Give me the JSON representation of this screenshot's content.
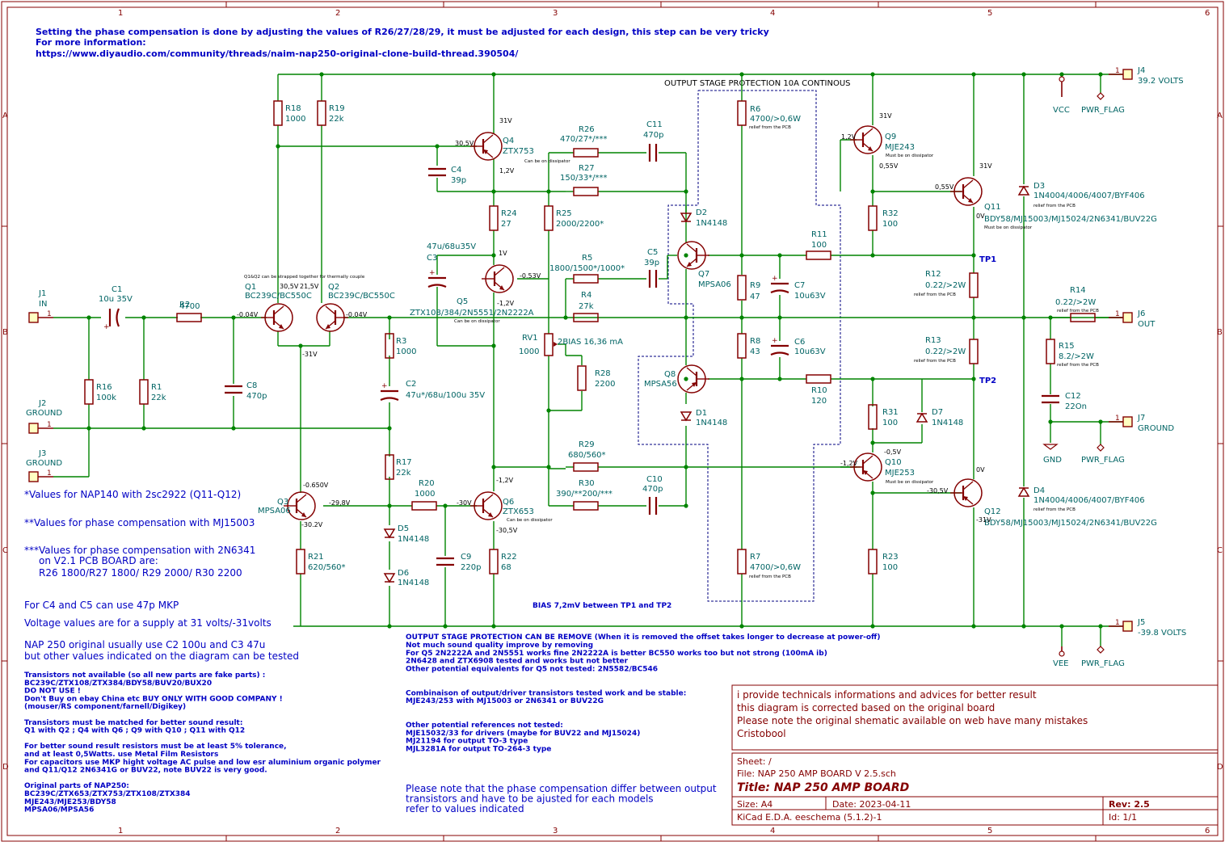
{
  "notes": {
    "top_line1": "Setting the phase compensation is done by adjusting the values of R26/27/28/29, it must be adjusted for each design, this step can be very tricky",
    "top_line2": "For more information:",
    "top_line3": "https://www.diyaudio.com/community/threads/naim-nap250-original-clone-build-thread.390504/",
    "protection_title": "OUTPUT STAGE PROTECTION 10A CONTINOUS",
    "nap140": "*Values for NAP140 with 2sc2922 (Q11-Q12)",
    "mj15003": "**Values for phase compensation with MJ15003",
    "n2n6341_1": "***Values for phase compensation with 2N6341",
    "n2n6341_2": "on V2.1 PCB BOARD are:",
    "n2n6341_3": "R26 1800/R27 1800/ R29 2000/ R30 2200",
    "c4c5": "For C4 and C5 can use 47p MKP",
    "voltage": "Voltage values are for a supply at 31 volts/-31volts",
    "nap250_1": "NAP 250 original usually use C2 100u and C3 47u",
    "nap250_2": "but other values indicated on the diagram can be tested",
    "left_block": [
      "Transistors not available (so all new parts are fake parts) :",
      "BC239C/ZTX108/ZTX384/BDY58/BUV20/BUX20",
      "DO NOT USE !",
      "Don't Buy on ebay China etc BUY ONLY WITH GOOD COMPANY !",
      "(mouser/RS component/farnell/Digikey)",
      "",
      "Transistors must be matched for better sound result:",
      "Q1 with Q2 ; Q4 with Q6 ; Q9 with Q10 ; Q11 with Q12",
      "",
      "For better sound result resistors must be at least 5% tolerance,",
      "and at least 0,5Watts. use Metal Film Resistors",
      "For capacitors use MKP hight voltage AC pulse and low esr aluminium organic polymer",
      "and Q11/Q12 2N6341G or BUV22, note BUV22 is very good.",
      "",
      "Original parts of NAP250:",
      "BC239C/ZTX653/ZTX753/ZTX108/ZTX384",
      "MJE243/MJE253/BDY58",
      "MPSA06/MPSA56"
    ],
    "center_block": [
      "OUTPUT STAGE PROTECTION CAN BE REMOVE (When it is removed the offset takes longer to decrease at power-off)",
      "Not much sound quality improve by removing",
      "For Q5 2N2222A and 2N5551 works fine 2N2222A is better BC550 works too but not strong (100mA ib)",
      "2N6428 and ZTX6908 tested and works but not better",
      "Other potential equivalents for Q5 not tested: 2N5582/BC546",
      "",
      "",
      "Combinaison of output/driver transistors tested work and be stable:",
      "MJE243/253 with MJ15003 or 2N6341 or BUV22G",
      "",
      "",
      "Other potential references not tested:",
      "MJE15032/33 for drivers (maybe for BUV22 and MJ15024)",
      "MJ21194 for output TO-3 type",
      "MJL3281A for output TO-264-3 type"
    ],
    "phase_note": [
      "Please note that the phase compensation differ between output",
      "transistors and have to be ajusted for each models",
      "refer to values indicated"
    ],
    "bias_note": "BIAS 7,2mV between TP1 and TP2",
    "q1q2_thermal": "Q1&Q2 can be strapped together for thermally couple",
    "relief": "relief from the PCB",
    "dissipator": "Can be on dissipator",
    "must_dissipator": "Must be on dissipator"
  },
  "info_box": [
    "i provide technicals informations and advices for better result",
    "this diagram is corrected based on the original board",
    "Please note the original shematic available on web have many mistakes",
    "Cristobool"
  ],
  "title_block": {
    "sheet": "Sheet: /",
    "file": "File: NAP 250 AMP BOARD V 2.5.sch",
    "title": "Title: NAP 250 AMP BOARD",
    "size": "Size: A4",
    "date": "Date: 2023-04-11",
    "rev": "Rev: 2.5",
    "kicad": "KiCad E.D.A.  eeschema (5.1.2)-1",
    "id": "Id: 1/1"
  },
  "frame": {
    "cols": [
      "1",
      "2",
      "3",
      "4",
      "5",
      "6"
    ],
    "rows": [
      "A",
      "B",
      "C",
      "D"
    ]
  },
  "connectors": {
    "J1": {
      "ref": "J1",
      "name": "IN"
    },
    "J2": {
      "ref": "J2",
      "name": "GROUND"
    },
    "J3": {
      "ref": "J3",
      "name": "GROUND"
    },
    "J4": {
      "ref": "J4",
      "name": "39.2 VOLTS"
    },
    "J5": {
      "ref": "J5",
      "name": "-39.8 VOLTS"
    },
    "J6": {
      "ref": "J6",
      "name": "OUT"
    },
    "J7": {
      "ref": "J7",
      "name": "GROUND"
    }
  },
  "power": {
    "vcc": "VCC",
    "vee": "VEE",
    "gnd": "GND",
    "pwr_flag": "PWR_FLAG",
    "tp1": "TP1",
    "tp2": "TP2"
  },
  "resistors": {
    "R1": {
      "ref": "R1",
      "val": "22k"
    },
    "R2": {
      "ref": "R2",
      "val": "4700"
    },
    "R3": {
      "ref": "R3",
      "val": "1000"
    },
    "R4": {
      "ref": "R4",
      "val": "27k"
    },
    "R5": {
      "ref": "R5",
      "val": "1800/1500*/1000*"
    },
    "R6": {
      "ref": "R6",
      "val": "4700/>0,6W"
    },
    "R7": {
      "ref": "R7",
      "val": "4700/>0,6W"
    },
    "R8": {
      "ref": "R8",
      "val": "43"
    },
    "R9": {
      "ref": "R9",
      "val": "47"
    },
    "R10": {
      "ref": "R10",
      "val": "120"
    },
    "R11": {
      "ref": "R11",
      "val": "100"
    },
    "R12": {
      "ref": "R12",
      "val": "0.22/>2W"
    },
    "R13": {
      "ref": "R13",
      "val": "0.22/>2W"
    },
    "R14": {
      "ref": "R14",
      "val": "0.22/>2W"
    },
    "R15": {
      "ref": "R15",
      "val": "8.2/>2W"
    },
    "R16": {
      "ref": "R16",
      "val": "100k"
    },
    "R17": {
      "ref": "R17",
      "val": "22k"
    },
    "R18": {
      "ref": "R18",
      "val": "1000"
    },
    "R19": {
      "ref": "R19",
      "val": "22k"
    },
    "R20": {
      "ref": "R20",
      "val": "1000"
    },
    "R21": {
      "ref": "R21",
      "val": "620/560*"
    },
    "R22": {
      "ref": "R22",
      "val": "68"
    },
    "R23": {
      "ref": "R23",
      "val": "100"
    },
    "R24": {
      "ref": "R24",
      "val": "27"
    },
    "R25": {
      "ref": "R25",
      "val": "2000/2200*"
    },
    "R26": {
      "ref": "R26",
      "val": "470/27*/***"
    },
    "R27": {
      "ref": "R27",
      "val": "150/33*/***"
    },
    "R28": {
      "ref": "R28",
      "val": "2200"
    },
    "R29": {
      "ref": "R29",
      "val": "680/560*"
    },
    "R30": {
      "ref": "R30",
      "val": "390/**200/***"
    },
    "R31": {
      "ref": "R31",
      "val": "100"
    },
    "R32": {
      "ref": "R32",
      "val": "100"
    },
    "RV1": {
      "ref": "RV1",
      "val": "1000"
    }
  },
  "capacitors": {
    "C1": {
      "ref": "C1",
      "val": "10u 35V"
    },
    "C2": {
      "ref": "C2",
      "val": "47u*/68u/100u 35V"
    },
    "C3": {
      "ref": "C3",
      "val": "47u/68u35V"
    },
    "C4": {
      "ref": "C4",
      "val": "39p"
    },
    "C5": {
      "ref": "C5",
      "val": "39p"
    },
    "C6": {
      "ref": "C6",
      "val": "10u63V"
    },
    "C7": {
      "ref": "C7",
      "val": "10u63V"
    },
    "C8": {
      "ref": "C8",
      "val": "470p"
    },
    "C9": {
      "ref": "C9",
      "val": "220p"
    },
    "C10": {
      "ref": "C10",
      "val": "470p"
    },
    "C11": {
      "ref": "C11",
      "val": "470p"
    },
    "C12": {
      "ref": "C12",
      "val": "22On"
    }
  },
  "diodes": {
    "D1": {
      "ref": "D1",
      "val": "1N4148"
    },
    "D2": {
      "ref": "D2",
      "val": "1N4148"
    },
    "D3": {
      "ref": "D3",
      "val": "1N4004/4006/4007/BYF406"
    },
    "D4": {
      "ref": "D4",
      "val": "1N4004/4006/4007/BYF406"
    },
    "D5": {
      "ref": "D5",
      "val": "1N4148"
    },
    "D6": {
      "ref": "D6",
      "val": "1N4148"
    },
    "D7": {
      "ref": "D7",
      "val": "1N4148"
    }
  },
  "transistors": {
    "Q1": {
      "ref": "Q1",
      "val": "BC239C/BC550C"
    },
    "Q2": {
      "ref": "Q2",
      "val": "BC239C/BC550C"
    },
    "Q3": {
      "ref": "Q3",
      "val": "MPSA06"
    },
    "Q4": {
      "ref": "Q4",
      "val": "ZTX753"
    },
    "Q5": {
      "ref": "Q5",
      "val": "ZTX108/384/2N5551/2N2222A"
    },
    "Q6": {
      "ref": "Q6",
      "val": "ZTX653"
    },
    "Q7": {
      "ref": "Q7",
      "val": "MPSA06"
    },
    "Q8": {
      "ref": "Q8",
      "val": "MPSA56"
    },
    "Q9": {
      "ref": "Q9",
      "val": "MJE243"
    },
    "Q10": {
      "ref": "Q10",
      "val": "MJE253"
    },
    "Q11": {
      "ref": "Q11",
      "val": "BDY58/MJ15003/MJ15024/2N6341/BUV22G"
    },
    "Q12": {
      "ref": "Q12",
      "val": "BDY58/MJ15003/MJ15024/2N6341/BUV22G"
    }
  },
  "rv1_bias": "2BIAS 16,36 mA",
  "voltages": {
    "q1_e": "-0.04V",
    "q1_c": "30,5V",
    "q2_c": "21,5V",
    "q2_b": "-0.04V",
    "q12_e": "-31V",
    "q3_c": "-0.650V",
    "q3_b": "-29,8V",
    "q3_e": "-30.2V",
    "q4_b": "30,5V",
    "q4_e": "31V",
    "q4_c": "1,2V",
    "q5_c": "1V",
    "q5_b": "-0.53V",
    "q5_e": "-1,2V",
    "q6_e": "-1,2V",
    "q6_b": "-30V",
    "q6_c": "-30,5V",
    "q9_b": "1,2V",
    "q9_c": "31V",
    "q9_e": "0,55V",
    "q11_c": "31V",
    "q11_b": "0,55V",
    "q11_e": "0V",
    "q10_b": "-1,2V",
    "q10_e": "-0,5V",
    "q10_c": "-30,5V",
    "q12_c": "0V"
  }
}
